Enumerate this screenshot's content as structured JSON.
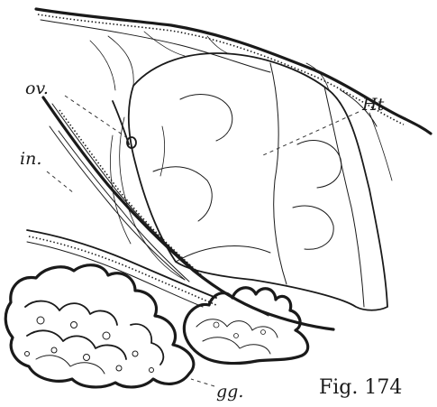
{
  "figure": {
    "labels": {
      "ov": "ov.",
      "in": "in.",
      "ht": "Ht.",
      "gg": "gg."
    },
    "caption": "Fig. 174"
  }
}
